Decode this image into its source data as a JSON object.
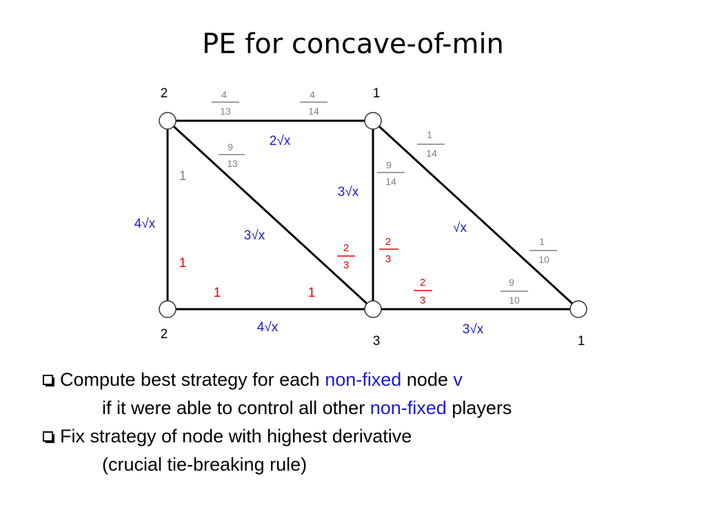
{
  "title": "PE for concave-of-min",
  "colors": {
    "black": "#000000",
    "gray": "#7f7f7f",
    "blue": "#1a1adc",
    "red": "#e00000"
  },
  "nodes": [
    {
      "id": "top-left",
      "label": "2"
    },
    {
      "id": "top-mid",
      "label": "1"
    },
    {
      "id": "bottom-left",
      "label": "2"
    },
    {
      "id": "bottom-mid",
      "label": "3"
    },
    {
      "id": "bottom-right",
      "label": "1"
    }
  ],
  "edge_costs": {
    "top": "2√x",
    "left": "4√x",
    "diagonal_left": "3√x",
    "middle_vertical": "3√x",
    "diagonal_right": "√x",
    "bottom_left": "4√x",
    "bottom_right": "3√x"
  },
  "fractions": {
    "top_a": {
      "num": "4",
      "den": "13"
    },
    "top_b": {
      "num": "4",
      "den": "14"
    },
    "diag_left": {
      "num": "9",
      "den": "13"
    },
    "mid_vert": {
      "num": "9",
      "den": "14"
    },
    "diag_right_top": {
      "num": "1",
      "den": "14"
    },
    "diag_right_bottom": {
      "num": "1",
      "den": "10"
    },
    "bottom_right": {
      "num": "9",
      "den": "10"
    },
    "red_diag": {
      "num": "2",
      "den": "3"
    },
    "red_vert": {
      "num": "2",
      "den": "3"
    },
    "red_bottom": {
      "num": "2",
      "den": "3"
    }
  },
  "flows": {
    "left_gray": "1",
    "left_red": "1",
    "bottom_red_a": "1",
    "bottom_red_b": "1"
  },
  "bullets": {
    "b1_pre": "Compute best strategy for each ",
    "b1_hl": "non-fixed",
    "b1_mid": " node ",
    "b1_v": "v",
    "b1b_pre": "if it were able to control all other ",
    "b1b_hl": "non-fixed",
    "b1b_post": " players",
    "b2": "Fix strategy of node with highest derivative",
    "b2b": "(crucial tie-breaking rule)"
  }
}
